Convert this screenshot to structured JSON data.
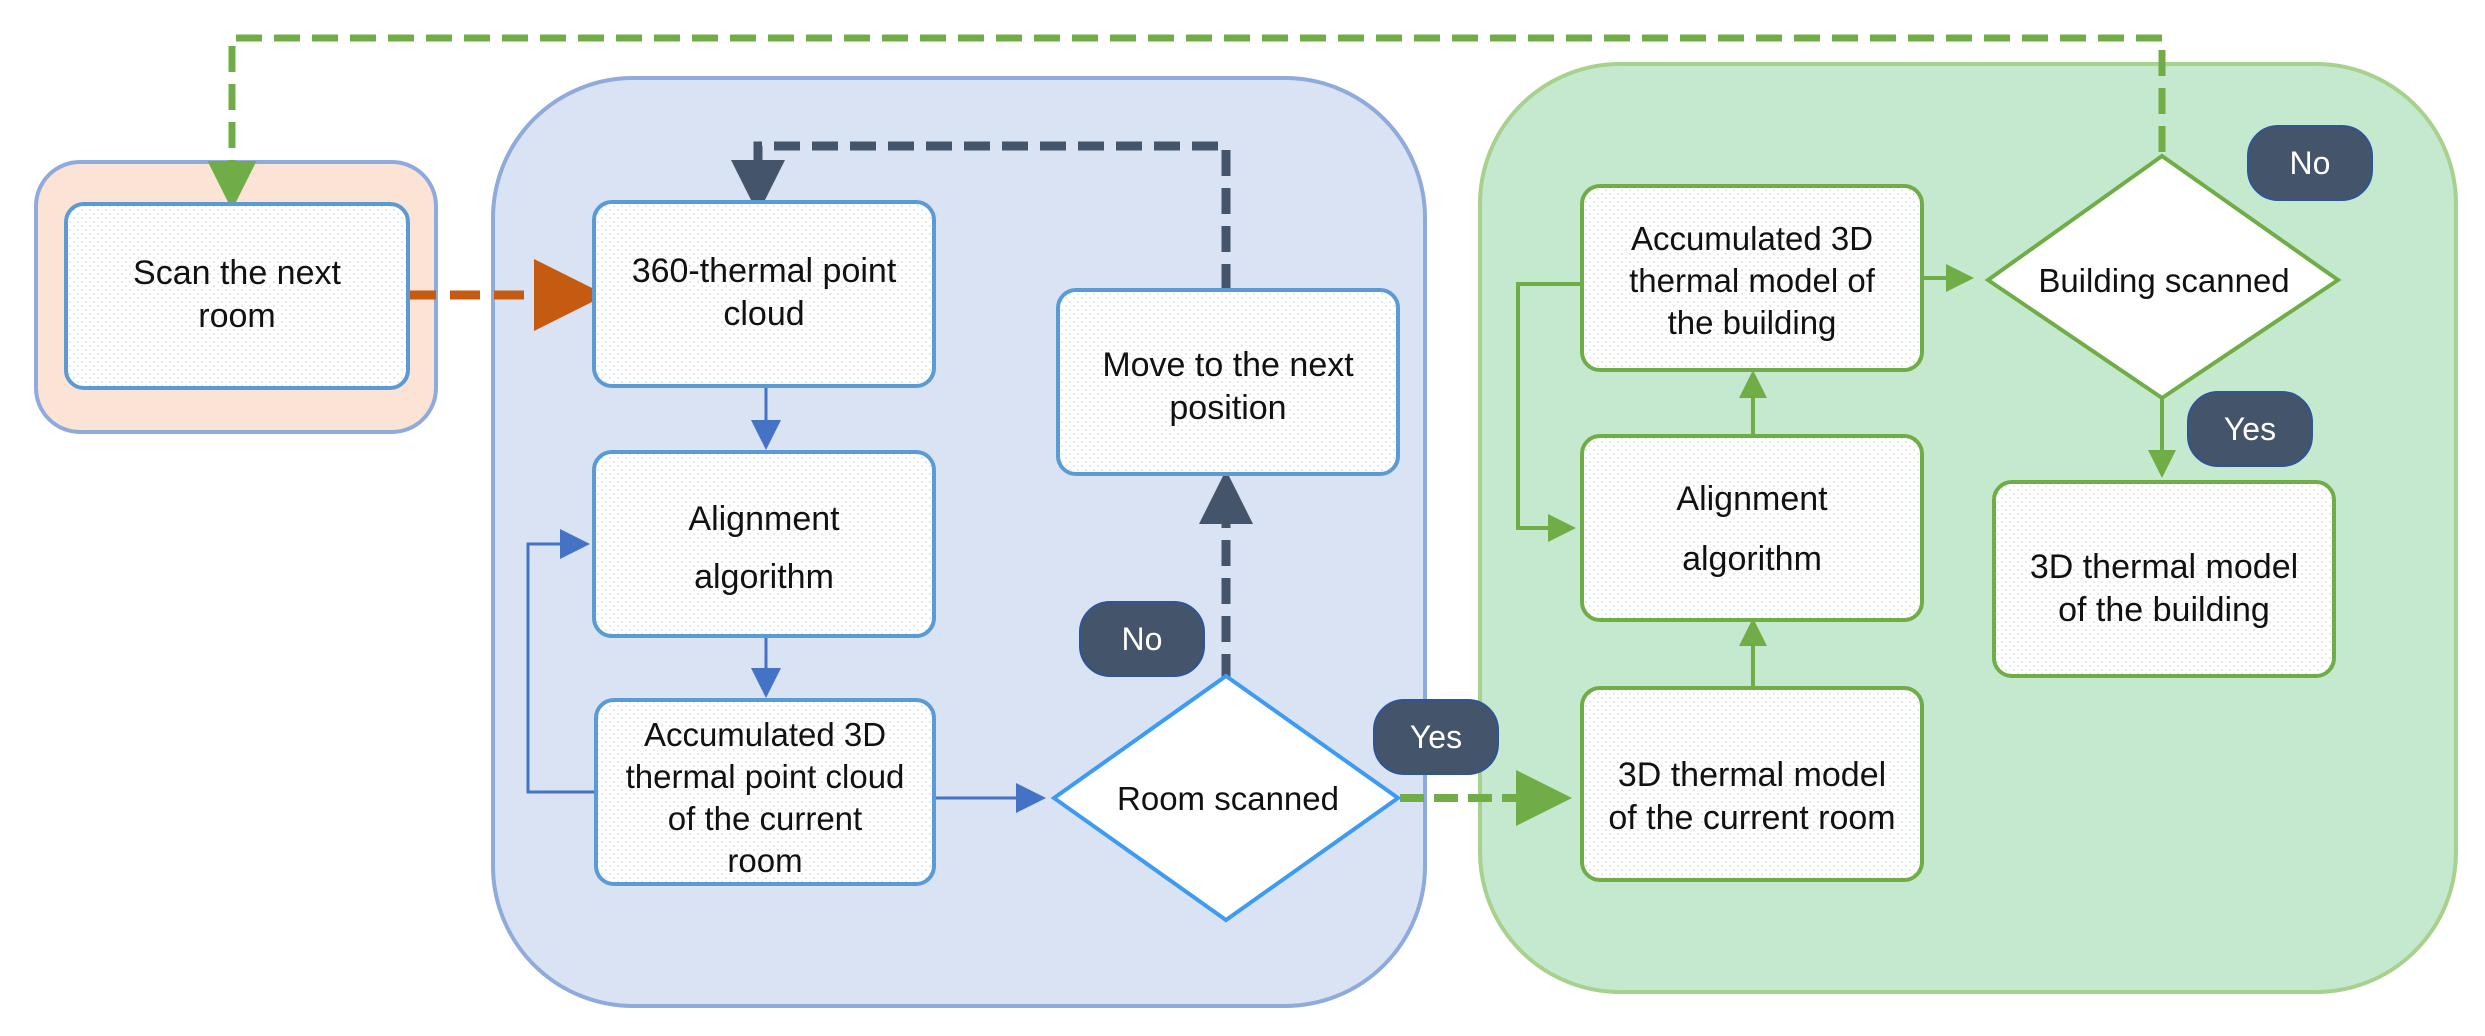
{
  "nodes": {
    "scan_next_room": [
      "Scan the next",
      "room"
    ],
    "thermal_point_cloud": [
      "360-thermal point",
      "cloud"
    ],
    "alignment_room": [
      "Alignment",
      "algorithm"
    ],
    "accumulated_room": [
      "Accumulated 3D",
      "thermal point cloud",
      "of the current",
      "room"
    ],
    "move_next_position": [
      "Move to the next",
      "position"
    ],
    "room_scanned": "Room scanned",
    "model_current_room": [
      "3D thermal model",
      "of the current room"
    ],
    "alignment_building": [
      "Alignment",
      "algorithm"
    ],
    "accumulated_building": [
      "Accumulated 3D",
      "thermal model of",
      "the building"
    ],
    "building_scanned": "Building scanned",
    "model_building": [
      "3D thermal model",
      "of the building"
    ]
  },
  "badges": {
    "room_no": "No",
    "room_yes": "Yes",
    "building_no": "No",
    "building_yes": "Yes"
  },
  "colors": {
    "orange_region": "#fbe3d6",
    "orange_region_border": "#8faadc",
    "blue_region": "#dae3f3",
    "blue_region_border": "#8faadc",
    "green_region": "#c5e9cf",
    "green_region_border": "#a9d18e",
    "blue_box_border": "#5b9bd5",
    "green_box_border": "#70ad47",
    "badge_fill": "#44546a",
    "orange_arrow": "#c55a11",
    "green_arrow": "#70ad47",
    "dark_arrow": "#44546a",
    "blue_arrow": "#4472c4",
    "diamond_blue": "#3d9bf2"
  }
}
